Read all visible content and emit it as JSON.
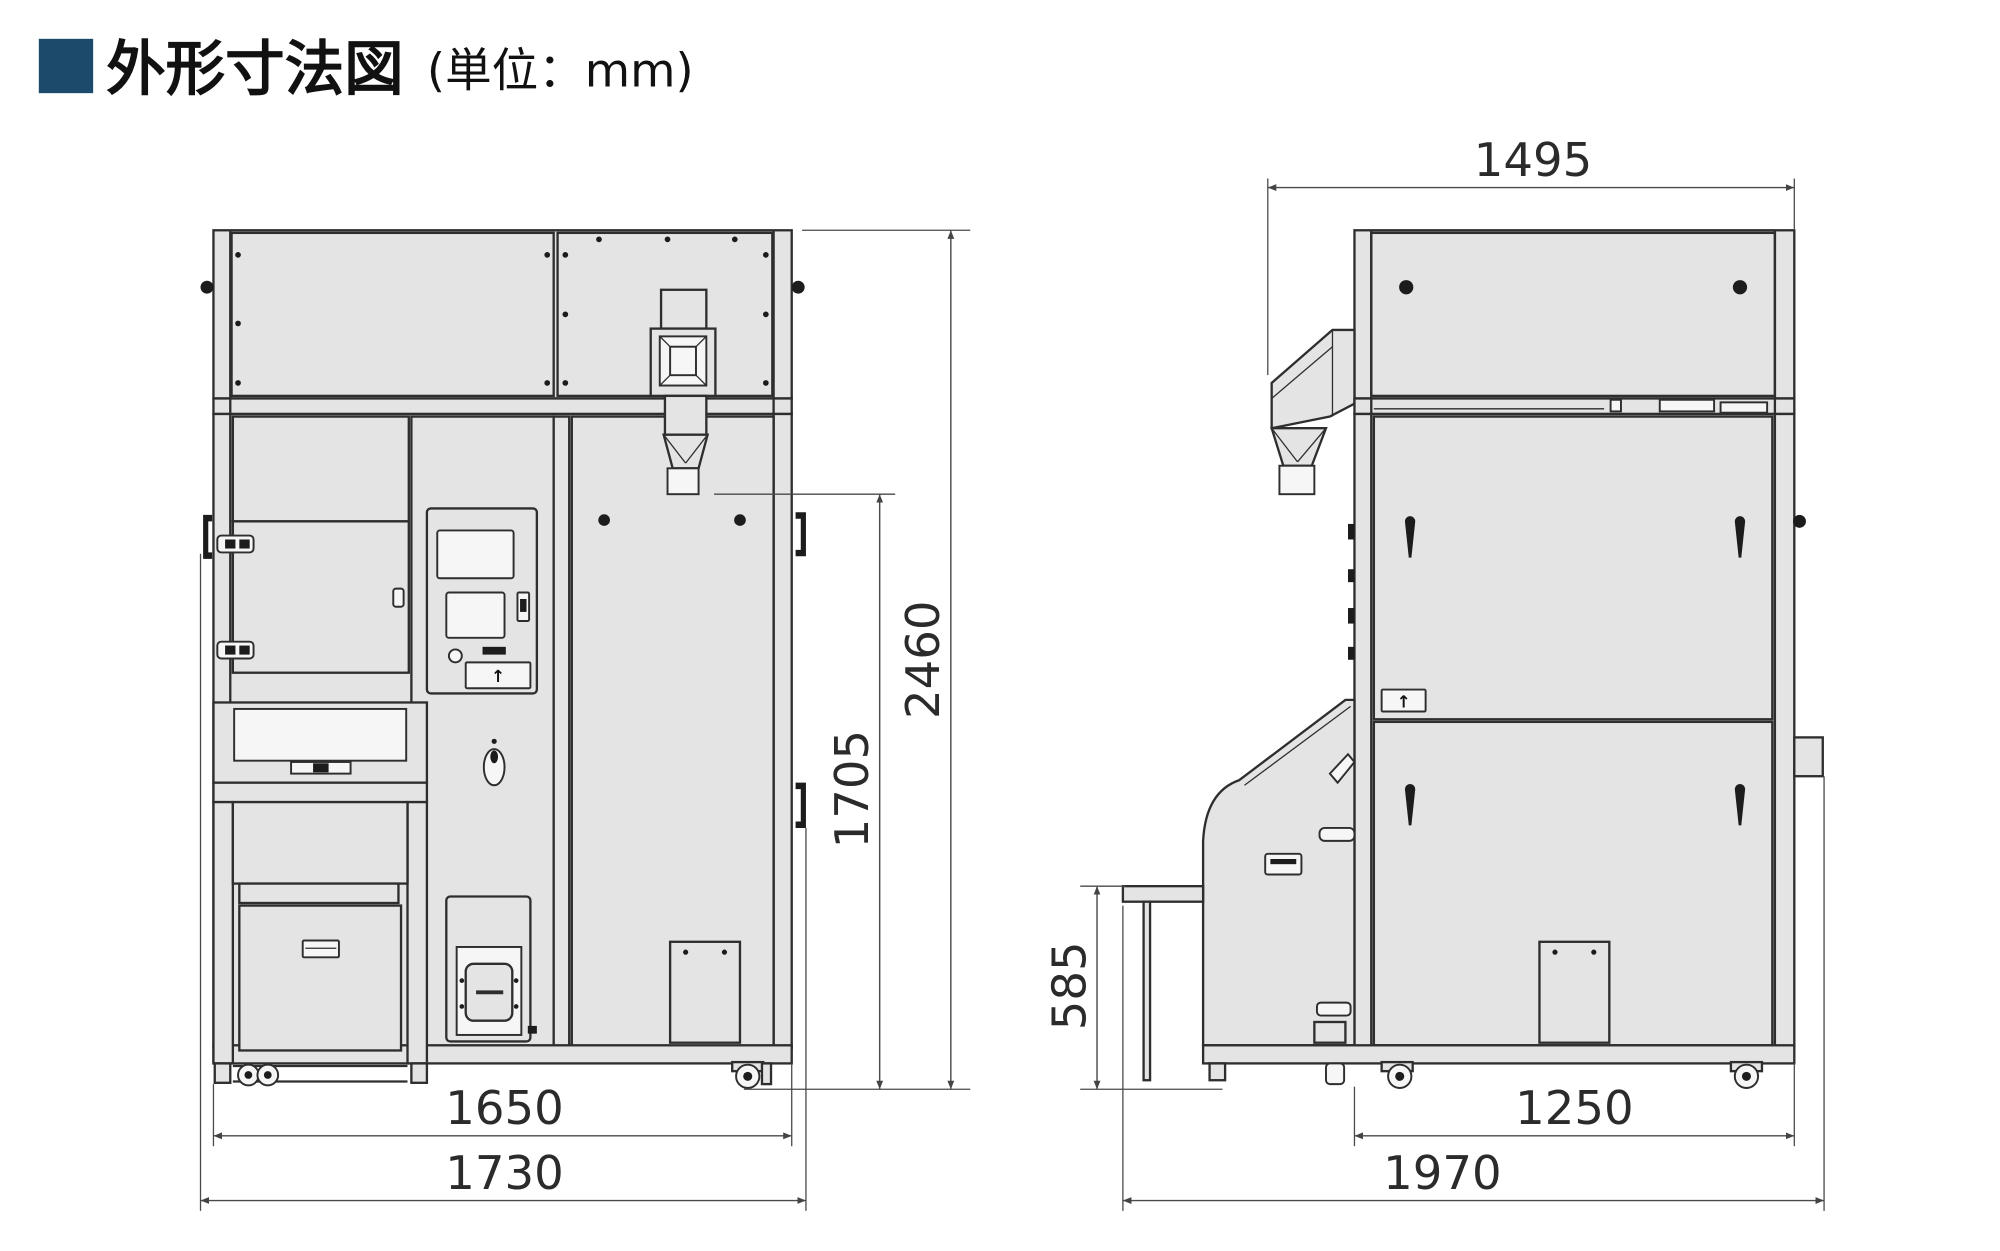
{
  "header": {
    "title": "外形寸法図",
    "unit": "(単位：mm)"
  },
  "front_view": {
    "dimensions": {
      "width_inner": "1650",
      "width_overall": "1730",
      "height_overall": "2460",
      "height_spout": "1705"
    }
  },
  "side_view": {
    "dimensions": {
      "depth_top": "1495",
      "depth_frame": "1250",
      "depth_overall": "1970",
      "height_tray": "585"
    }
  },
  "labels": {
    "arrow": "↑"
  },
  "colors": {
    "accent": "#1b4a6b",
    "machine_fill": "#e4e4e4",
    "line": "#2e2e2e"
  }
}
